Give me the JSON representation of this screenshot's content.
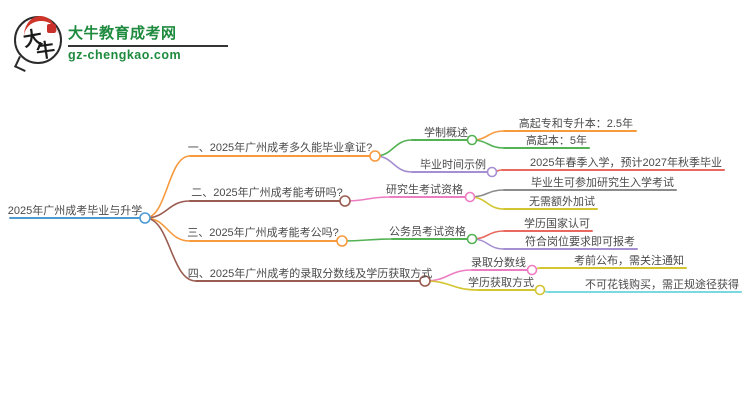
{
  "logo": {
    "brand_char_1": "大",
    "brand_char_2": "牛",
    "site_name": "大牛教育成考网",
    "site_domain": "gz-chengkao.com"
  },
  "palette": {
    "blue": "#4e9bd4",
    "orange": "#f79a3e",
    "brown": "#9a5c50",
    "green": "#54b254",
    "purple": "#a58fd0",
    "red": "#e8695f",
    "pink": "#ee7cc3",
    "gray": "#8c8c8c",
    "yellow": "#d2c52f",
    "cyan": "#7ad8e0",
    "text": "#4a4a4a",
    "logo_green": "#1e8a3e"
  },
  "mindmap": {
    "root": {
      "label": "2025年广州成考毕业与升学"
    },
    "branches": [
      {
        "label": "一、2025年广州成考多久能毕业拿证?",
        "children": [
          {
            "label": "学制概述",
            "children": [
              {
                "label": "高起专和专升本：2.5年"
              },
              {
                "label": "高起本：5年"
              }
            ]
          },
          {
            "label": "毕业时间示例",
            "children": [
              {
                "label": "2025年春季入学，预计2027年秋季毕业"
              }
            ]
          }
        ]
      },
      {
        "label": "二、2025年广州成考能考研吗?",
        "children": [
          {
            "label": "研究生考试资格",
            "children": [
              {
                "label": "毕业生可参加研究生入学考试"
              },
              {
                "label": "无需额外加试"
              }
            ]
          }
        ]
      },
      {
        "label": "三、2025年广州成考能考公吗?",
        "children": [
          {
            "label": "公务员考试资格",
            "children": [
              {
                "label": "学历国家认可"
              },
              {
                "label": "符合岗位要求即可报考"
              }
            ]
          }
        ]
      },
      {
        "label": "四、2025年广州成考的录取分数线及学历获取方式",
        "children": [
          {
            "label": "录取分数线",
            "children": [
              {
                "label": "考前公布，需关注通知"
              }
            ]
          },
          {
            "label": "学历获取方式",
            "children": [
              {
                "label": "不可花钱购买，需正规途径获得"
              }
            ]
          }
        ]
      }
    ]
  }
}
